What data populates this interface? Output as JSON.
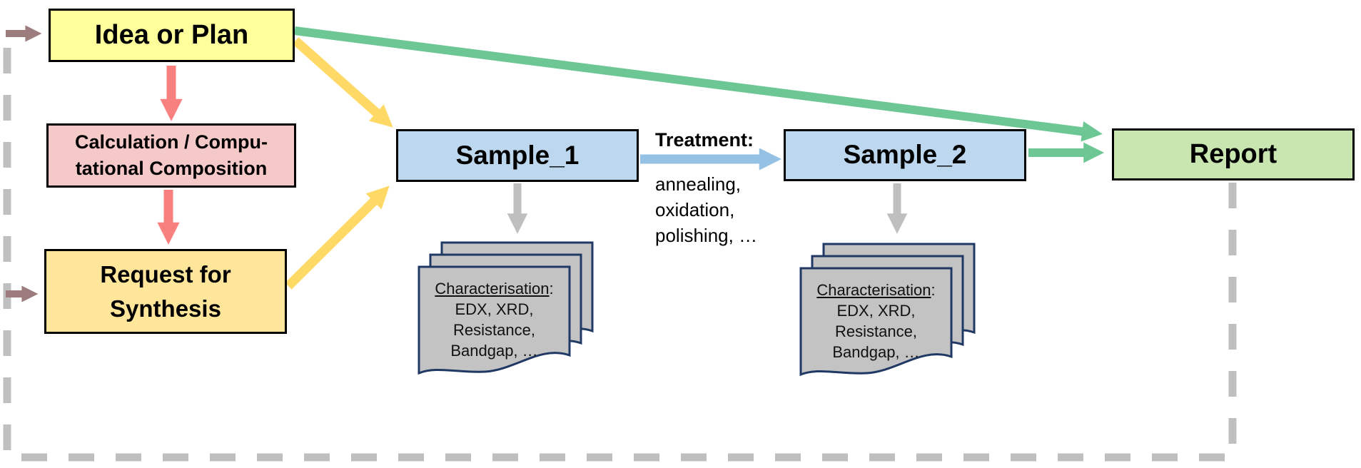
{
  "diagram": {
    "nodes": {
      "idea": {
        "label": "Idea or Plan"
      },
      "calculation": {
        "line1": "Calculation / Compu-",
        "line2": "tational Composition"
      },
      "request": {
        "line1": "Request for",
        "line2": "Synthesis"
      },
      "sample1": {
        "label": "Sample_1"
      },
      "sample2": {
        "label": "Sample_2"
      },
      "report": {
        "label": "Report"
      }
    },
    "treatment": {
      "title": "Treatment:",
      "items": [
        "annealing,",
        "oxidation,",
        "polishing, …"
      ]
    },
    "characterisation": {
      "title": "Characterisation",
      "title_suffix": ":",
      "lines": [
        "EDX, XRD,",
        "Resistance,",
        "Bandgap, …"
      ]
    },
    "colors": {
      "idea_fill": "#FFFF9C",
      "calc_fill": "#F6C9C9",
      "request_fill": "#FFE69B",
      "sample_fill": "#BDD7EE",
      "report_fill": "#C9E5B0",
      "box_border": "#000000",
      "arrow_red": "#F8807F",
      "arrow_yellow": "#FFD966",
      "arrow_green": "#6CC794",
      "arrow_blue": "#94C1E4",
      "arrow_gray": "#BFBFBF",
      "arrow_brown": "#9C7C7C",
      "loop_dash": "#BFBFBF",
      "doc_fill": "#C3C3C3",
      "doc_border": "#1F3864"
    }
  }
}
